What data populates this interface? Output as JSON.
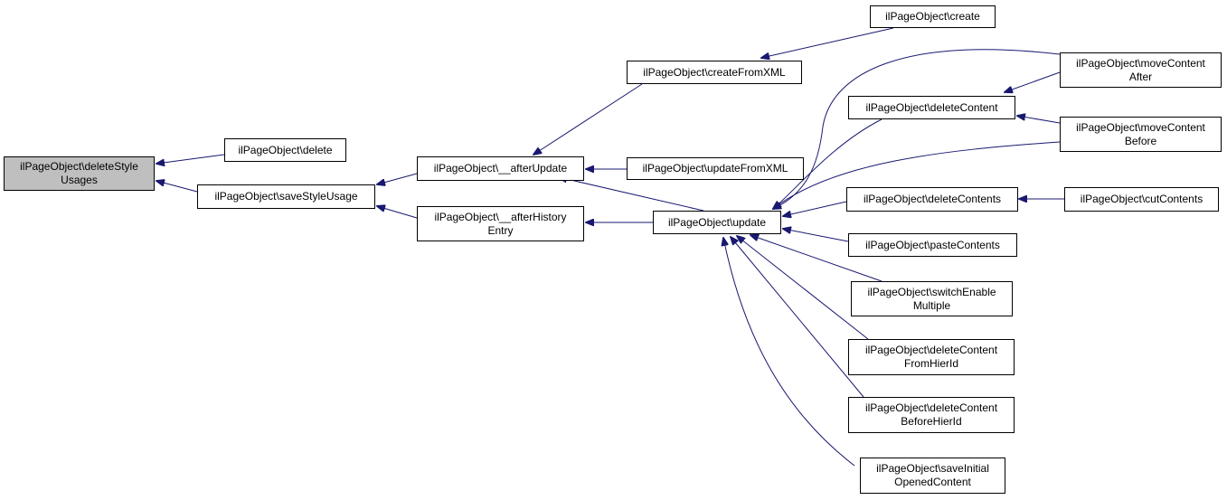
{
  "colors": {
    "edge": "#191970",
    "current_fill": "#bfbfbf",
    "node_fill": "#ffffff",
    "border": "#000000"
  },
  "nodes": {
    "deleteStyleUsages": {
      "line1": "ilPageObject\\deleteStyle",
      "line2": "Usages"
    },
    "delete": {
      "line1": "ilPageObject\\delete"
    },
    "saveStyleUsage": {
      "line1": "ilPageObject\\saveStyleUsage"
    },
    "afterUpdate": {
      "line1": "ilPageObject\\__afterUpdate"
    },
    "afterHistoryEntry": {
      "line1": "ilPageObject\\__afterHistory",
      "line2": "Entry"
    },
    "createFromXML": {
      "line1": "ilPageObject\\createFromXML"
    },
    "create": {
      "line1": "ilPageObject\\create"
    },
    "updateFromXML": {
      "line1": "ilPageObject\\updateFromXML"
    },
    "update": {
      "line1": "ilPageObject\\update"
    },
    "deleteContent": {
      "line1": "ilPageObject\\deleteContent"
    },
    "moveContentAfter": {
      "line1": "ilPageObject\\moveContent",
      "line2": "After"
    },
    "moveContentBefore": {
      "line1": "ilPageObject\\moveContent",
      "line2": "Before"
    },
    "deleteContents": {
      "line1": "ilPageObject\\deleteContents"
    },
    "cutContents": {
      "line1": "ilPageObject\\cutContents"
    },
    "pasteContents": {
      "line1": "ilPageObject\\pasteContents"
    },
    "switchEnableMultiple": {
      "line1": "ilPageObject\\switchEnable",
      "line2": "Multiple"
    },
    "deleteContentFromHierId": {
      "line1": "ilPageObject\\deleteContent",
      "line2": "FromHierId"
    },
    "deleteContentBeforeHierId": {
      "line1": "ilPageObject\\deleteContent",
      "line2": "BeforeHierId"
    },
    "saveInitialOpenedContent": {
      "line1": "ilPageObject\\saveInitial",
      "line2": "OpenedContent"
    }
  },
  "edges": [
    {
      "from": "delete",
      "to": "deleteStyleUsages"
    },
    {
      "from": "saveStyleUsage",
      "to": "deleteStyleUsages"
    },
    {
      "from": "afterUpdate",
      "to": "saveStyleUsage"
    },
    {
      "from": "afterHistoryEntry",
      "to": "saveStyleUsage"
    },
    {
      "from": "createFromXML",
      "to": "afterUpdate"
    },
    {
      "from": "updateFromXML",
      "to": "afterUpdate"
    },
    {
      "from": "update",
      "to": "afterUpdate"
    },
    {
      "from": "update",
      "to": "afterHistoryEntry"
    },
    {
      "from": "create",
      "to": "createFromXML"
    },
    {
      "from": "moveContentAfter",
      "to": "deleteContent"
    },
    {
      "from": "moveContentBefore",
      "to": "deleteContent"
    },
    {
      "from": "deleteContent",
      "to": "update"
    },
    {
      "from": "moveContentAfter",
      "to": "update"
    },
    {
      "from": "moveContentBefore",
      "to": "update"
    },
    {
      "from": "deleteContents",
      "to": "update"
    },
    {
      "from": "cutContents",
      "to": "deleteContents"
    },
    {
      "from": "pasteContents",
      "to": "update"
    },
    {
      "from": "switchEnableMultiple",
      "to": "update"
    },
    {
      "from": "deleteContentFromHierId",
      "to": "update"
    },
    {
      "from": "deleteContentBeforeHierId",
      "to": "update"
    },
    {
      "from": "saveInitialOpenedContent",
      "to": "update"
    }
  ]
}
